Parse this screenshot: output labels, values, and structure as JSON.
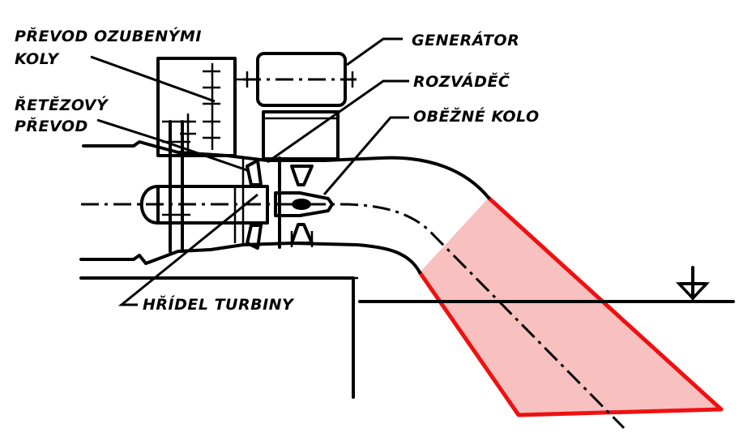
{
  "labels": {
    "prevod_ozubenymi_1": "PŘEVOD OZUBENÝMI",
    "prevod_ozubenymi_2": "KOLY",
    "retezovy_1": "ŘETĚZOVÝ",
    "retezovy_2": "PŘEVOD",
    "generator": "GENERÁTOR",
    "rozvadec": "ROZVÁDĚČ",
    "obezne_kolo": "OBĚŽNÉ KOLO",
    "hridel_turbiny": "HŘÍDEL TURBINY"
  },
  "colors": {
    "line": "#000000",
    "draft_tube_fill": "#f9c0c0",
    "draft_tube_outline": "#ee1111",
    "background": "#ffffff"
  }
}
